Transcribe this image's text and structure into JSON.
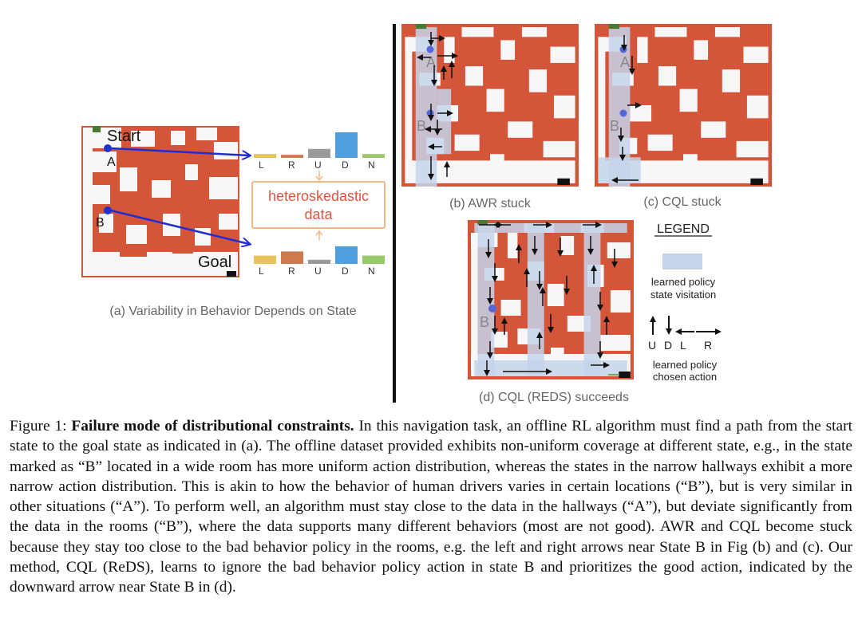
{
  "panel_a": {
    "start": "Start",
    "goal": "Goal",
    "state_a": "A",
    "state_b": "B",
    "action_labels": [
      "L",
      "R",
      "U",
      "D",
      "N"
    ],
    "top_bar_levels": [
      0.15,
      0.12,
      0.35,
      1.0,
      0.15
    ],
    "bottom_bar_levels": [
      0.4,
      0.6,
      0.2,
      0.85,
      0.4
    ],
    "center_label_line1": "heteroskedastic",
    "center_label_line2": "data",
    "caption": "(a) Variability in Behavior Depends on State"
  },
  "panel_b": {
    "state_a": "A",
    "state_b": "B",
    "caption": "(b) AWR stuck"
  },
  "panel_c": {
    "state_a": "A",
    "state_b": "B",
    "caption": "(c) CQL stuck"
  },
  "panel_d": {
    "state_b": "B",
    "caption": "(d) CQL (REDS) succeeds"
  },
  "legend": {
    "title": "LEGEND",
    "visitation_line1": "learned policy",
    "visitation_line2": "state visitation",
    "dir_u": "U",
    "dir_d": "D",
    "dir_l": "L",
    "dir_r": "R",
    "action_line1": "learned policy",
    "action_line2": "chosen action"
  },
  "colors": {
    "wall": "#d4553a",
    "visitation": "#c6d4ea",
    "goal": "#111111",
    "start": "#4a7a32",
    "agent": "#2233cc",
    "bar_colors": [
      "#e8c25a",
      "#cf7a4e",
      "#9a9a9a",
      "#4f9fe0",
      "#98c86a"
    ],
    "annotation_box": "#f0b888",
    "annotation_text": "#e05540"
  },
  "figure_caption": {
    "label": "Figure 1:",
    "bold": "Failure mode of distributional constraints.",
    "text": "In this navigation task, an offline RL algorithm must find a path from the start state to the goal state as indicated in (a). The offline dataset provided exhibits non-uniform coverage at different state, e.g., in the state marked as “B” located in a wide room has more uniform action distribution, whereas the states in the narrow hallways exhibit a more narrow action distribution. This is akin to how the behavior of human drivers varies in certain locations (“B”), but is very similar in other situations (“A”). To perform well, an algorithm must stay close to the data in the hallways (“A”), but deviate significantly from the data in the rooms (“B”), where the data supports many different behaviors (most are not good). AWR and CQL become stuck because they stay too close to the bad behavior policy in the rooms, e.g. the left and right arrows near State B in Fig (b) and (c). Our method, CQL (ReDS), learns to ignore the bad behavior policy action in state B and prioritizes the good action, indicated by the downward arrow near State B in (d)."
  }
}
